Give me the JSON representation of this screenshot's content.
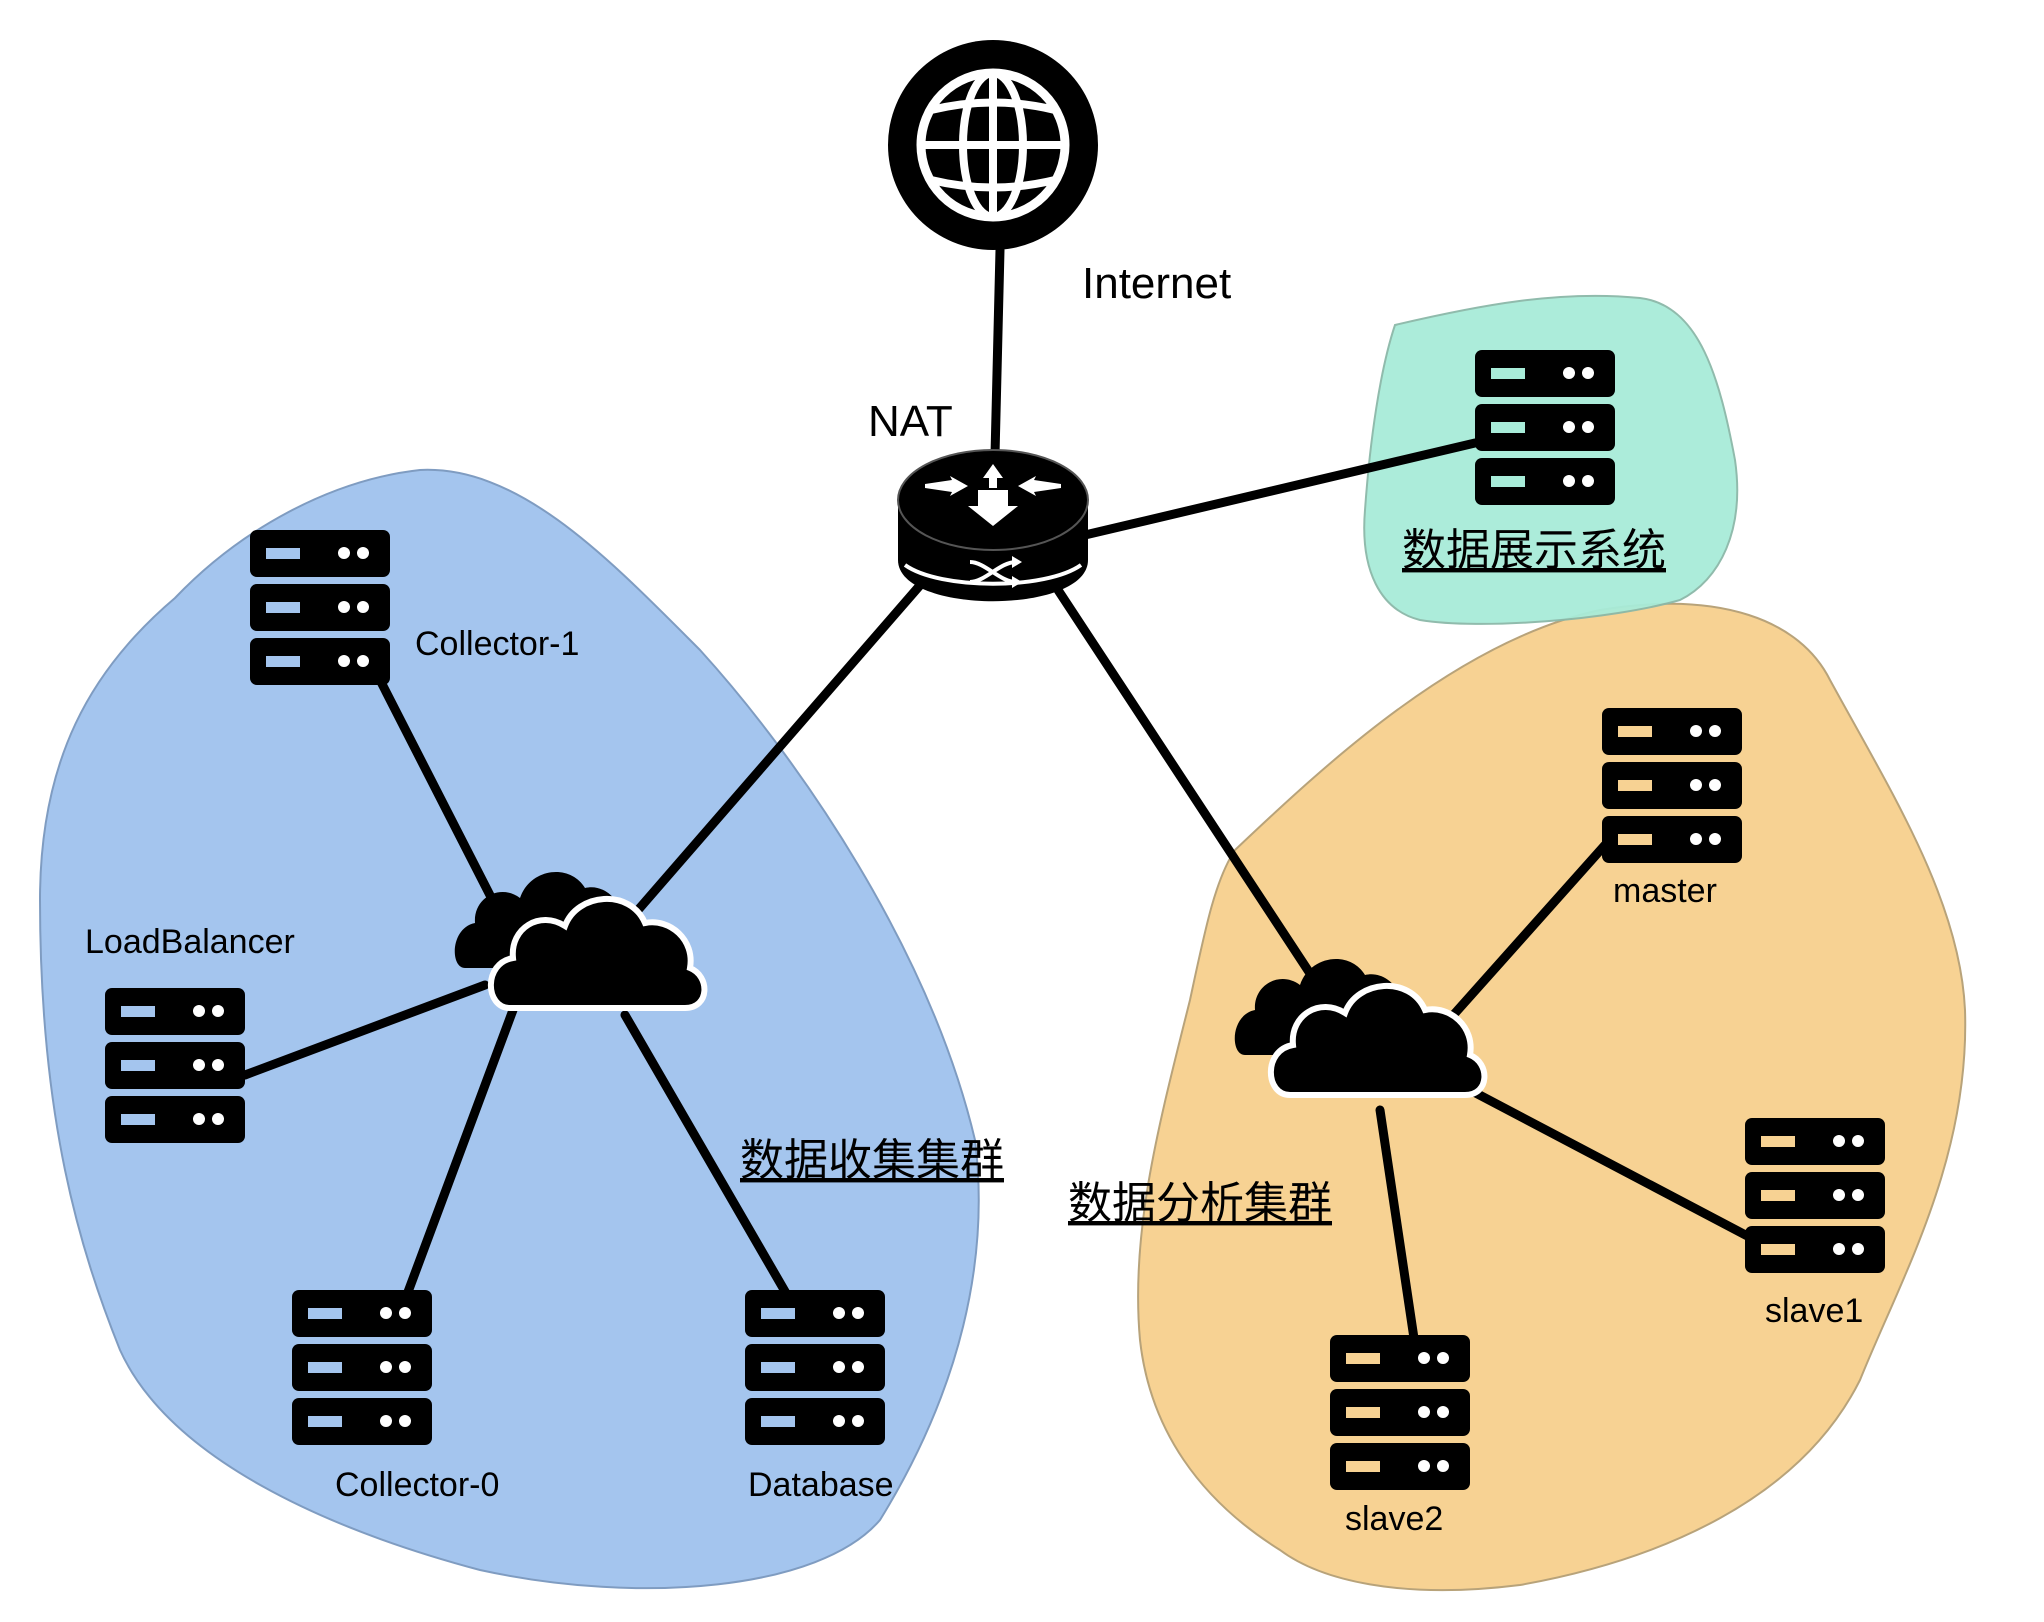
{
  "colors": {
    "collection_zone": "#a4c5ee",
    "analysis_zone": "#f7d293",
    "display_zone": "#a8ecd9",
    "icon": "#000000",
    "server_slot_collection": "#a4c5ee",
    "server_slot_analysis": "#f7d293",
    "server_slot_display": "#a8ecd9"
  },
  "nodes": {
    "internet": {
      "label": "Internet",
      "icon": "globe-icon"
    },
    "nat": {
      "label": "NAT",
      "icon": "router-icon"
    },
    "display_server": {
      "icon": "server-icon"
    },
    "collector_1": {
      "label": "Collector-1",
      "icon": "server-icon"
    },
    "load_balancer": {
      "label": "LoadBalancer",
      "icon": "server-icon"
    },
    "collector_0": {
      "label": "Collector-0",
      "icon": "server-icon"
    },
    "database": {
      "label": "Database",
      "icon": "server-icon"
    },
    "collection_cloud": {
      "icon": "cloud-icon"
    },
    "analysis_cloud": {
      "icon": "cloud-icon"
    },
    "master": {
      "label": "master",
      "icon": "server-icon"
    },
    "slave1": {
      "label": "slave1",
      "icon": "server-icon"
    },
    "slave2": {
      "label": "slave2",
      "icon": "server-icon"
    }
  },
  "zones": {
    "display": {
      "label": "数据展示系统"
    },
    "collection": {
      "label": "数据收集集群"
    },
    "analysis": {
      "label": "数据分析集群"
    }
  }
}
